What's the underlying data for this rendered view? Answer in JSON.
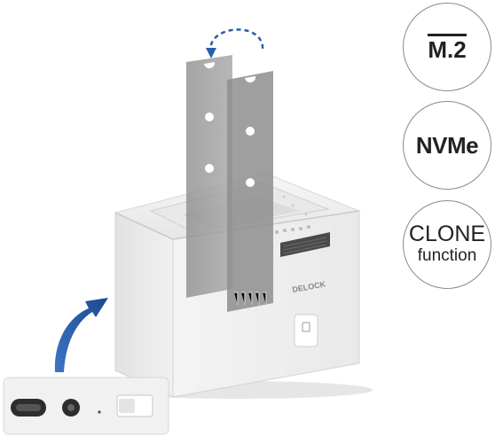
{
  "badges": {
    "m2": "M.2",
    "nvme": "NVMe",
    "clone": "CLONE",
    "function": "function"
  },
  "logo": "DELOCK",
  "icons": [
    "rotate-arrow-icon",
    "curved-arrow-icon",
    "clone-button-icon",
    "usb-c-port-icon",
    "dc-power-port-icon"
  ],
  "colors": {
    "accent_blue": "#2a5da8",
    "dock_white": "#f2f2f2",
    "badge_border": "#8a8a8a"
  }
}
